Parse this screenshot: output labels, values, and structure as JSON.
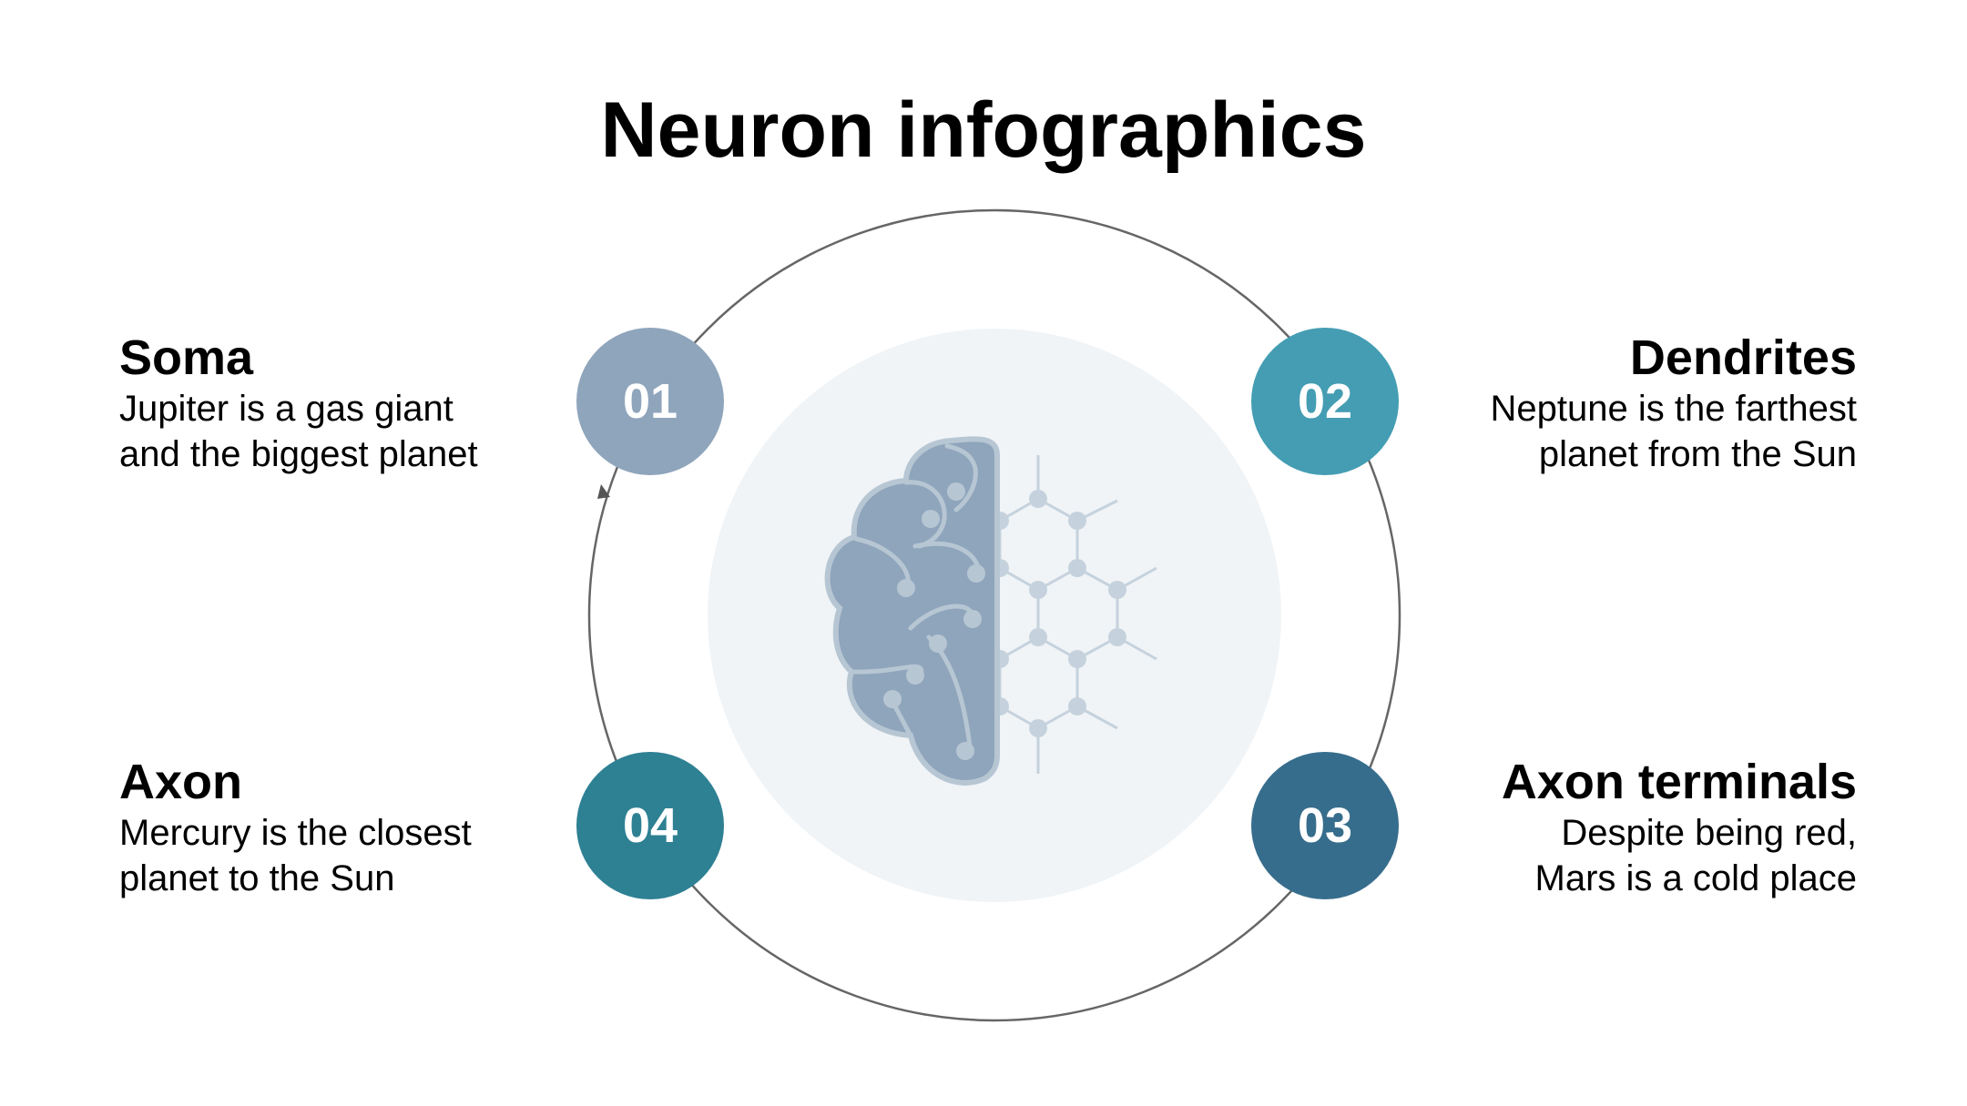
{
  "title": "Neuron infographics",
  "items": [
    {
      "number": "01",
      "heading": "Soma",
      "text_line1": "Jupiter is a gas giant",
      "text_line2": "and the biggest planet",
      "color": "#8fa5bc"
    },
    {
      "number": "02",
      "heading": "Dendrites",
      "text_line1": "Neptune is the farthest",
      "text_line2": "planet from the Sun",
      "color": "#449db3"
    },
    {
      "number": "03",
      "heading": "Axon terminals",
      "text_line1": "Despite being red,",
      "text_line2": "Mars is a cold place",
      "color": "#376d8c"
    },
    {
      "number": "04",
      "heading": "Axon",
      "text_line1": "Mercury is the closest",
      "text_line2": "planet to the Sun",
      "color": "#2e8093"
    }
  ],
  "icon": "brain-circuit-icon",
  "colors": {
    "center_circle": "#f0f4f7",
    "brain": "#8fa5bc",
    "network": "#c5d2dd",
    "ring": "#666666"
  }
}
